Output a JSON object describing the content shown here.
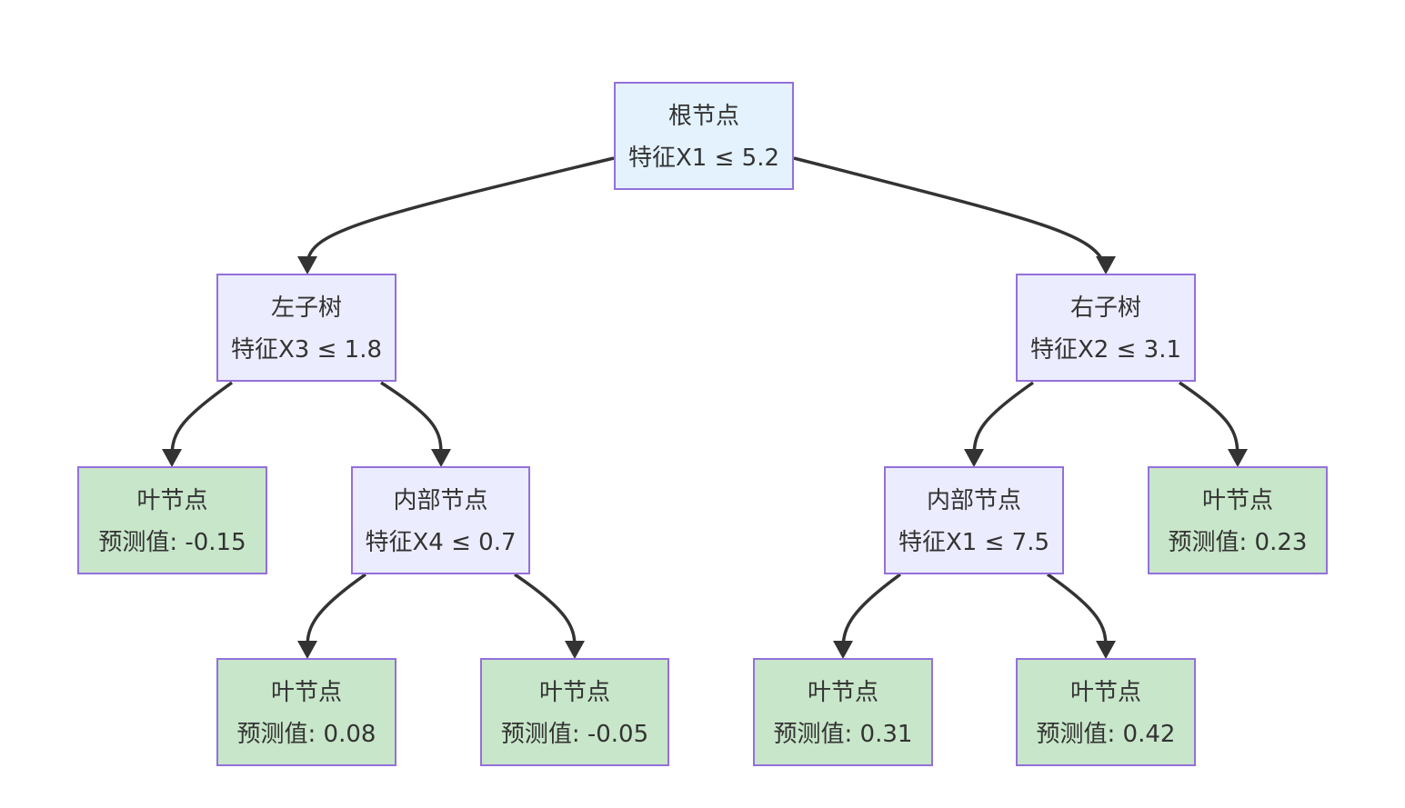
{
  "nodes": [
    {
      "id": "root",
      "kind": "root",
      "line1": "根节点",
      "line2": "特征X1 ≤ 5.2"
    },
    {
      "id": "left",
      "kind": "internal",
      "line1": "左子树",
      "line2": "特征X3 ≤ 1.8"
    },
    {
      "id": "right",
      "kind": "internal",
      "line1": "右子树",
      "line2": "特征X2 ≤ 3.1"
    },
    {
      "id": "leaf-a",
      "kind": "leaf",
      "line1": "叶节点",
      "line2": "预测值: -0.15"
    },
    {
      "id": "inner-left",
      "kind": "internal",
      "line1": "内部节点",
      "line2": "特征X4 ≤ 0.7"
    },
    {
      "id": "inner-right",
      "kind": "internal",
      "line1": "内部节点",
      "line2": "特征X1 ≤ 7.5"
    },
    {
      "id": "leaf-b",
      "kind": "leaf",
      "line1": "叶节点",
      "line2": "预测值: 0.23"
    },
    {
      "id": "leaf-c",
      "kind": "leaf",
      "line1": "叶节点",
      "line2": "预测值: 0.08"
    },
    {
      "id": "leaf-d",
      "kind": "leaf",
      "line1": "叶节点",
      "line2": "预测值: -0.05"
    },
    {
      "id": "leaf-e",
      "kind": "leaf",
      "line1": "叶节点",
      "line2": "预测值: 0.31"
    },
    {
      "id": "leaf-f",
      "kind": "leaf",
      "line1": "叶节点",
      "line2": "预测值: 0.42"
    }
  ],
  "edges": [
    {
      "from": "root",
      "to": "left"
    },
    {
      "from": "root",
      "to": "right"
    },
    {
      "from": "left",
      "to": "leaf-a"
    },
    {
      "from": "left",
      "to": "inner-left"
    },
    {
      "from": "right",
      "to": "inner-right"
    },
    {
      "from": "right",
      "to": "leaf-b"
    },
    {
      "from": "inner-left",
      "to": "leaf-c"
    },
    {
      "from": "inner-left",
      "to": "leaf-d"
    },
    {
      "from": "inner-right",
      "to": "leaf-e"
    },
    {
      "from": "inner-right",
      "to": "leaf-f"
    }
  ],
  "colors": {
    "root_fill": "#e3f2fd",
    "internal_fill": "#ececff",
    "leaf_fill": "#c8e6c9",
    "border": "#9370db",
    "edge": "#333333",
    "text": "#333333"
  }
}
